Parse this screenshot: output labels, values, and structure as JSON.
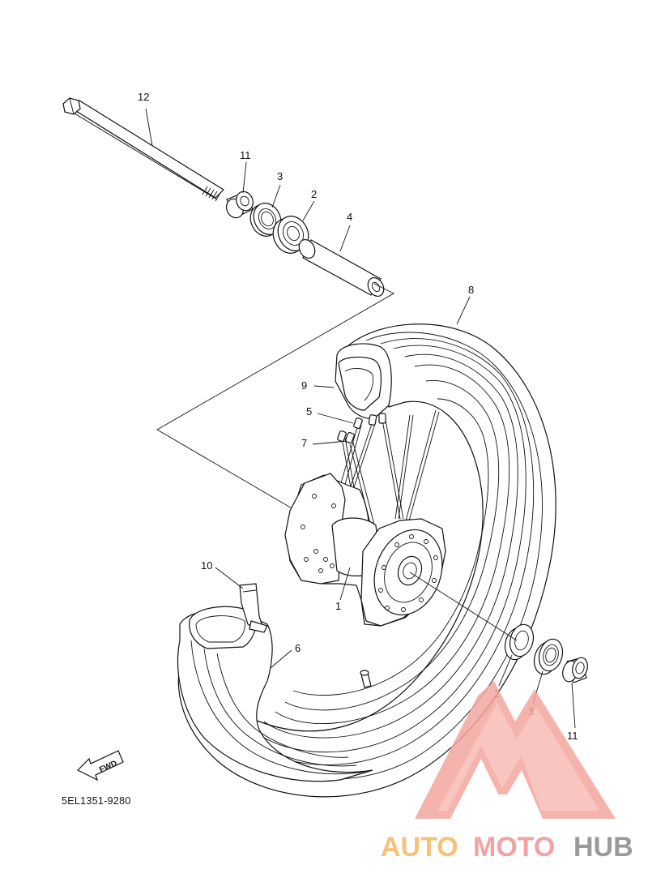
{
  "diagram": {
    "code": "5EL1351-9280",
    "fwd_label": "FWD",
    "callouts": {
      "c12": "12",
      "c11_top": "11",
      "c3_top": "3",
      "c2_top": "2",
      "c4": "4",
      "c8": "8",
      "c9": "9",
      "c5": "5",
      "c7": "7",
      "c10": "10",
      "c1": "1",
      "c6": "6",
      "c2_bottom": "2",
      "c3_bottom": "3",
      "c11_bottom": "11"
    }
  },
  "watermark": {
    "auto": "AUTO",
    "moto": "MOTO",
    "hub": "HUB",
    "colors": {
      "triangle": "#f4a6a0",
      "auto": "#f6c27a",
      "moto": "#f2a2a0",
      "hub": "#9a9a9a"
    }
  }
}
